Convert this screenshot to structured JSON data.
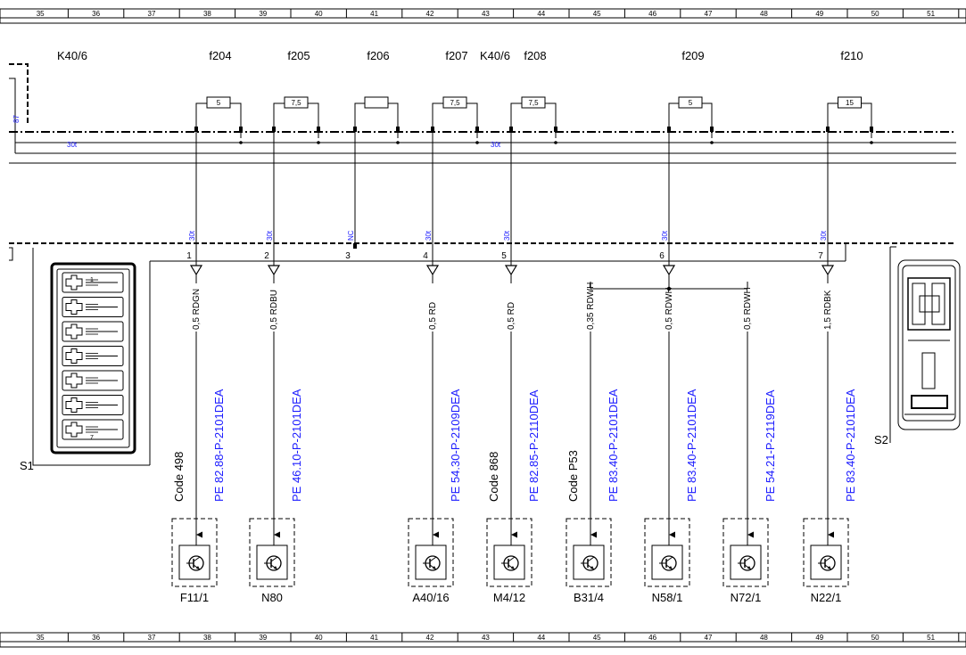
{
  "grid_columns": [
    "35",
    "36",
    "37",
    "38",
    "39",
    "40",
    "41",
    "42",
    "43",
    "44",
    "45",
    "46",
    "47",
    "48",
    "49",
    "50",
    "51"
  ],
  "relay_labels": {
    "left": "K40/6",
    "middle": "K40/6"
  },
  "bus": {
    "terminal_label": "30t",
    "relay_pin": "87"
  },
  "fuses": [
    {
      "id": "f204",
      "rating": "5"
    },
    {
      "id": "f205",
      "rating": "7,5"
    },
    {
      "id": "f206",
      "rating": ""
    },
    {
      "id": "f207",
      "rating": "7,5"
    },
    {
      "id": "f208",
      "rating": "7,5"
    },
    {
      "id": "f209",
      "rating": "5"
    },
    {
      "id": "f210",
      "rating": "15"
    }
  ],
  "connector_pins": [
    {
      "pin": "1",
      "terminal": "30t"
    },
    {
      "pin": "2",
      "terminal": "30t"
    },
    {
      "pin": "3",
      "terminal": "NC"
    },
    {
      "pin": "4",
      "terminal": "30t"
    },
    {
      "pin": "5",
      "terminal": "30t"
    },
    {
      "pin": "6",
      "terminal": "30t"
    },
    {
      "pin": "7",
      "terminal": "30t"
    }
  ],
  "branches": [
    {
      "wire": "0,5 RDGN",
      "code": "Code 498",
      "pe": "PE 82.88-P-2101DEA",
      "component": "F11/1"
    },
    {
      "wire": "0,5 RDBU",
      "code": "",
      "pe": "PE 46.10-P-2101DEA",
      "component": "N80"
    },
    {
      "wire": "0,5 RD",
      "code": "",
      "pe": "PE 54.30-P-2109DEA",
      "component": "A40/16"
    },
    {
      "wire": "0,5 RD",
      "code": "Code 868",
      "pe": "PE 82.85-P-2110DEA",
      "component": "M4/12"
    },
    {
      "wire": "0,35 RDWH",
      "code": "Code P53",
      "pe": "PE 83.40-P-2101DEA",
      "component": "B31/4"
    },
    {
      "wire": "0,5 RDWH",
      "code": "",
      "pe": "PE 83.40-P-2101DEA",
      "component": "N58/1"
    },
    {
      "wire": "0,5 RDWH",
      "code": "",
      "pe": "PE 54.21-P-2119DEA",
      "component": "N72/1"
    },
    {
      "wire": "1,5 RDBK",
      "code": "",
      "pe": "PE 83.40-P-2101DEA",
      "component": "N22/1"
    }
  ],
  "connector_mini_pins": [
    "1",
    "7"
  ],
  "side_labels": {
    "left": "S1",
    "right": "S2"
  }
}
